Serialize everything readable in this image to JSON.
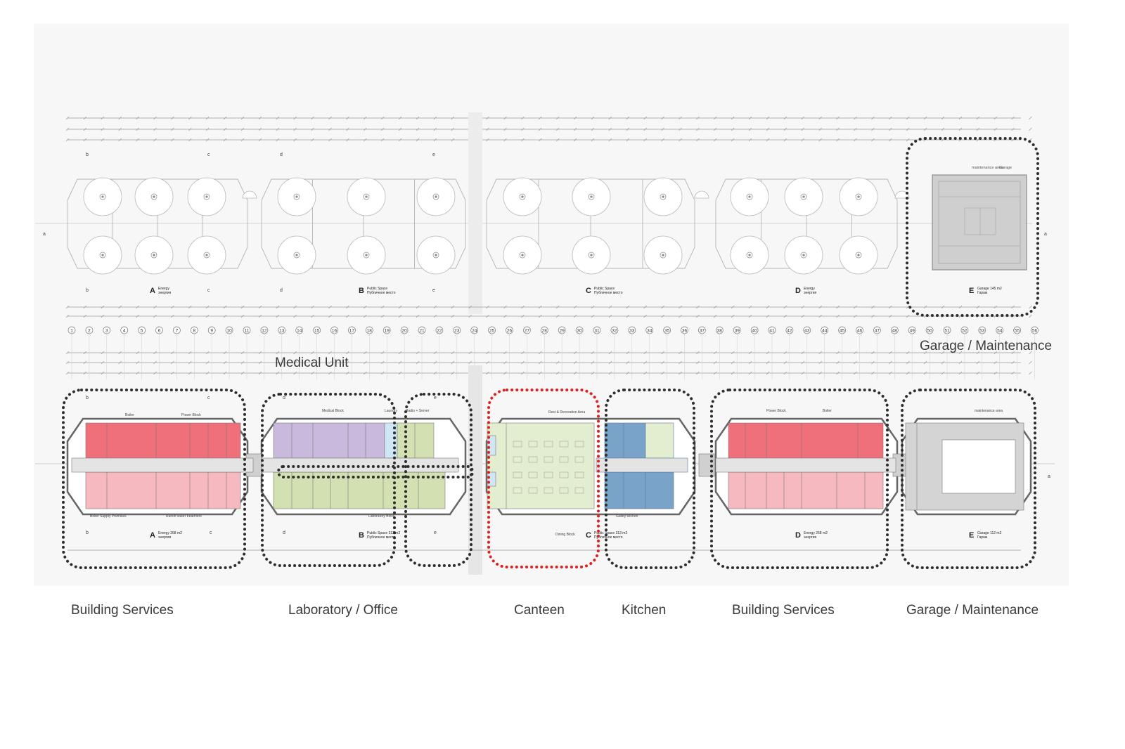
{
  "annotations": {
    "medical_unit": "Medical Unit",
    "garage_top": "Garage / Maintenance"
  },
  "bottom_captions": [
    "Building Services",
    "Laboratory / Office",
    "Canteen",
    "Kitchen",
    "Building Services",
    "Garage / Maintenance"
  ],
  "section_marks": [
    "a",
    "b",
    "c",
    "d",
    "e"
  ],
  "axis_numbers": [
    "1",
    "2",
    "3",
    "4",
    "5",
    "6",
    "7",
    "8",
    "9",
    "10",
    "11",
    "12",
    "13",
    "14",
    "15",
    "16",
    "17",
    "18",
    "19",
    "20",
    "21",
    "22",
    "23",
    "24",
    "25",
    "26",
    "27",
    "28",
    "29",
    "30",
    "31",
    "32",
    "33",
    "34",
    "35",
    "36",
    "37",
    "38",
    "39",
    "40",
    "41",
    "42",
    "43",
    "44",
    "45",
    "46",
    "47",
    "48",
    "49",
    "50",
    "51",
    "52",
    "53",
    "54",
    "55",
    "56"
  ],
  "roof_modules": [
    {
      "letter": "A",
      "label": "Energy",
      "label_ru": "энергия"
    },
    {
      "letter": "B",
      "label": "Public Space",
      "label_ru": "Публичное место"
    },
    {
      "letter": "C",
      "label": "Public Space",
      "label_ru": "Публичное место"
    },
    {
      "letter": "D",
      "label": "Energy",
      "label_ru": "энергия"
    },
    {
      "letter": "E",
      "label": "Garage 145 m2",
      "label_ru": "Гараж"
    }
  ],
  "plan_modules": [
    {
      "letter": "A",
      "label": "Energy 268 m2",
      "label_ru": "энергия"
    },
    {
      "letter": "B",
      "label": "Public Space 313 m2",
      "label_ru": "Публичное место"
    },
    {
      "letter": "C",
      "label": "Public Space 313 m2",
      "label_ru": "Публичное место"
    },
    {
      "letter": "D",
      "label": "Energy 268 m2",
      "label_ru": "энергия"
    },
    {
      "letter": "E",
      "label": "Garage 112 m2",
      "label_ru": "Гараж"
    }
  ],
  "room_labels": {
    "boiler": "Boiler",
    "power_block": "Power Block",
    "medical_block": "Medical Block",
    "laundry": "Laundry",
    "radio_server": "Radio + Server",
    "rest_recreation": "Rest & Recreation Area",
    "boiler_supply": "Boiler Supply Premises",
    "runoff": "Runoff water treatment",
    "laboratory_block": "Laboratory Block",
    "dining_block": "Dining Block",
    "galley_kitchen": "Galley kitchen",
    "maintenance_area": "maintenance area",
    "garage": "Garage"
  },
  "colors": {
    "background_panel": "#f7f7f7",
    "energy_dark": "#ef6f7b",
    "energy_light": "#f6b9bf",
    "medical": "#c9b9dd",
    "laboratory": "#d3e0b2",
    "light_blue": "#cfe6f5",
    "canteen": "#e3edcf",
    "kitchen": "#7aa3c9",
    "garage": "#d4d4d4",
    "highlight": "#e0201e",
    "group_outline": "#2e2e2e"
  }
}
